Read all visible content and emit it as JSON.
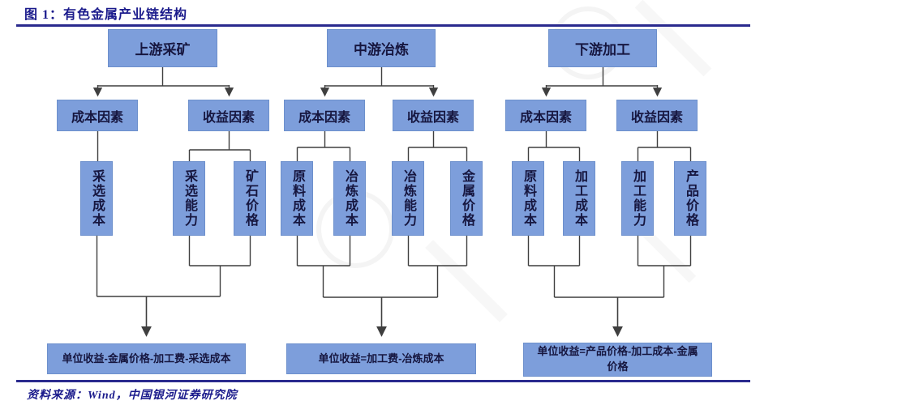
{
  "title": "图 1：有色金属产业链结构",
  "source_note": "资料来源：Wind，中国银河证券研究院",
  "colors": {
    "node_fill": "#7d9edb",
    "node_border": "#6d90cc",
    "node_text": "#16163f",
    "rule_navy": "#2a2a8e",
    "title_navy": "#1b1b8c",
    "connector_gray": "#3f3f3f"
  },
  "diagram": {
    "branches": [
      {
        "top_label": "上游采矿",
        "cost_label": "成本因素",
        "revenue_label": "收益因素",
        "cost_items": [
          "采选成本"
        ],
        "revenue_items": [
          "采选能力",
          "矿石价格"
        ],
        "formula": "单位收益-金属价格-加工费-采选成本"
      },
      {
        "top_label": "中游冶炼",
        "cost_label": "成本因素",
        "revenue_label": "收益因素",
        "cost_items": [
          "原料成本",
          "冶炼成本"
        ],
        "revenue_items": [
          "冶炼能力",
          "金属价格"
        ],
        "formula": "单位收益=加工费-冶炼成本"
      },
      {
        "top_label": "下游加工",
        "cost_label": "成本因素",
        "revenue_label": "收益因素",
        "cost_items": [
          "原料成本",
          "加工成本"
        ],
        "revenue_items": [
          "加工能力",
          "产品价格"
        ],
        "formula": "单位收益=产品价格-加工成本-金属价格"
      }
    ]
  }
}
